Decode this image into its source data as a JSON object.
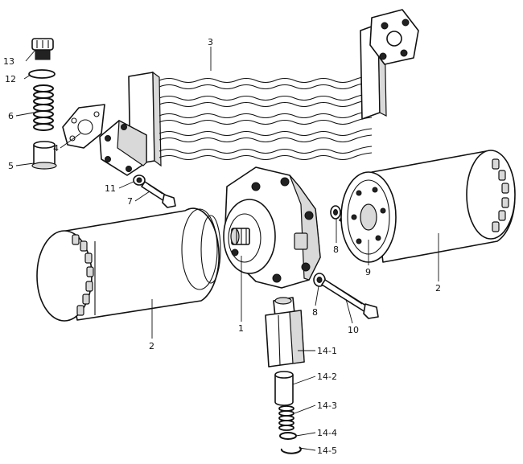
{
  "labels": {
    "l1": "1",
    "l2a": "2",
    "l2b": "2",
    "l3": "3",
    "l4": "4",
    "l5": "5",
    "l6": "6",
    "l7": "7",
    "l8a": "8",
    "l8b": "8",
    "l9": "9",
    "l10": "10",
    "l11": "11",
    "l12": "12",
    "l13": "13",
    "l14_1": "14-1",
    "l14_2": "14-2",
    "l14_3": "14-3",
    "l14_4": "14-4",
    "l14_5": "14-5"
  }
}
